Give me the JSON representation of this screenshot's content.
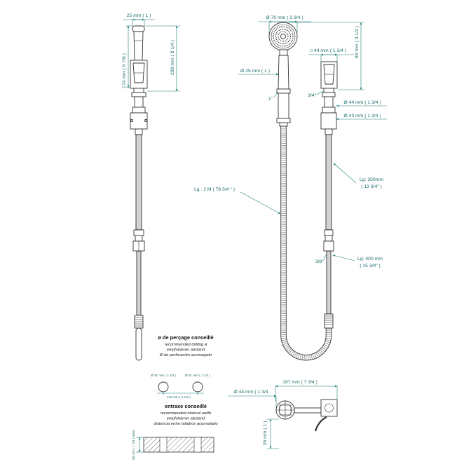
{
  "left_view": {
    "width_top": "25 mm ( 1 )",
    "height_174": "174 mm ( 6 7/8 )",
    "height_208": "208 mm ( 8 1/4 )"
  },
  "right_view": {
    "head_diameter": "Ø 70 mm ( 2 3/4 )",
    "holder_square": "□ 44 mm ( 1 3/4 )",
    "height_89": "89 mm ( 3 1/2 )",
    "handle_diameter": "Ø 25 mm ( 1 )",
    "thread_1": "1\"",
    "thread_3_4": "3/4\"",
    "collar_44": "Ø 44 mm ( 1 3/4 )",
    "collar_43": "Ø 43 mm ( 1 3/4 )",
    "hose_350_a": "Lg: 350mm",
    "hose_350_b": "( 13 3/4\" )",
    "hose_2m": "Lg : 2 M ( 78 3/4 \" )",
    "hose_400_a": "Lg: 400 mm",
    "hose_400_b": "( 15 3/4\" )",
    "thread_3_8": "3/8\""
  },
  "drilling": {
    "title": "ø de perçage conseillé",
    "en": "recommended drilling ø",
    "de": "empfohlener abstand",
    "es": "Ø de perforación aconsejado",
    "hole_left": "Ø 31 mm ( 1 1/4 )",
    "hole_right": "Ø 31 mm ( 1 1/4 )",
    "spacing": "140 mm ( 5 1/2 )"
  },
  "interval": {
    "title": "entraxe conseillé",
    "en": "recommended interval width",
    "de": "empfohlener abstand",
    "es": "distancia entre taladros aconsejado",
    "max_thickness": "48 mm ( 1 7/8 ) Maxi"
  },
  "top_view": {
    "reach": "197 mm ( 7 3/4 )",
    "diameter": "Ø 44 mm ( 1 3/4",
    "height": "25 mm ( 1 )"
  },
  "colors": {
    "dimension": "#1b7f79",
    "outline": "#333333"
  }
}
